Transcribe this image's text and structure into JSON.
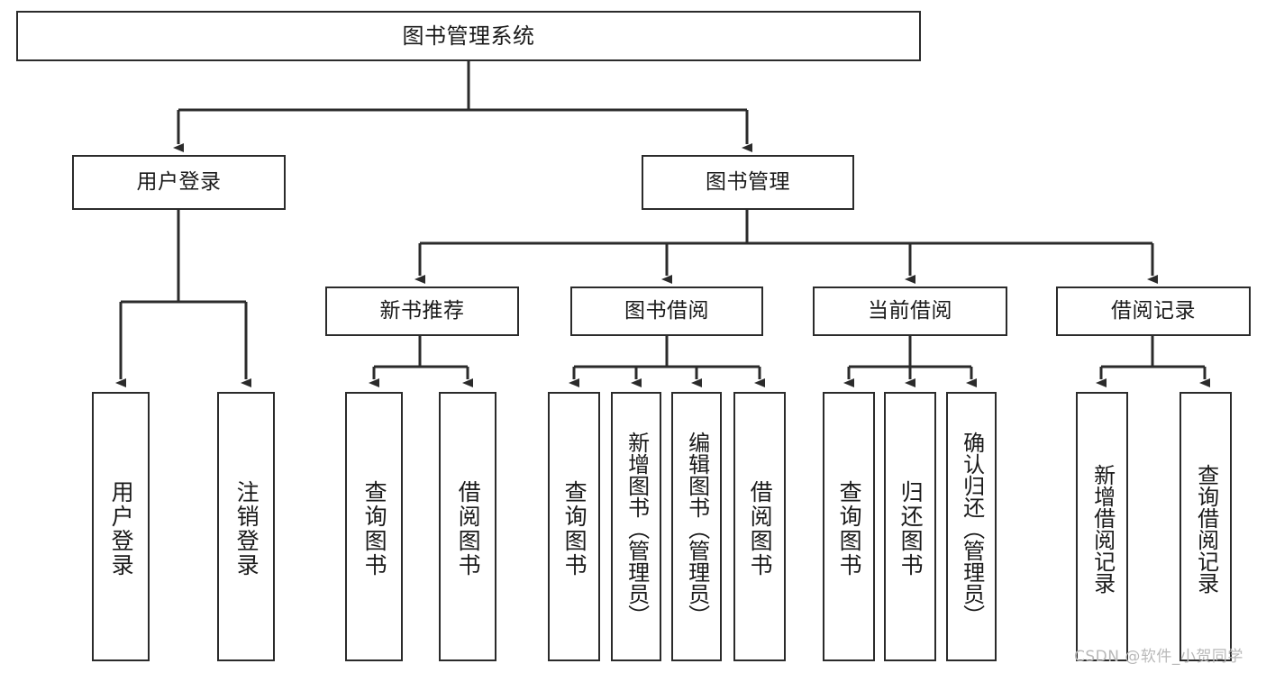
{
  "diagram": {
    "title": "图书管理系统",
    "type": "functional-structure-tree",
    "colors": {
      "box_border": "#2b2b2b",
      "box_fill": "#ffffff",
      "line": "#2b2b2b",
      "watermark": "#b9b9b9",
      "background": "#ffffff"
    },
    "root": {
      "label": "图书管理系统"
    },
    "level1": [
      {
        "label": "用户登录"
      },
      {
        "label": "图书管理"
      }
    ],
    "level2": [
      {
        "label": "新书推荐"
      },
      {
        "label": "图书借阅"
      },
      {
        "label": "当前借阅"
      },
      {
        "label": "借阅记录"
      }
    ],
    "leaves": {
      "user_login": [
        {
          "label": "用户登录"
        },
        {
          "label": "注销登录"
        }
      ],
      "new_book_recommend": [
        {
          "label": "查询图书"
        },
        {
          "label": "借阅图书"
        }
      ],
      "book_borrow": [
        {
          "label": "查询图书"
        },
        {
          "label": "新增图书（管理员）"
        },
        {
          "label": "编辑图书（管理员）"
        },
        {
          "label": "借阅图书"
        }
      ],
      "current_borrow": [
        {
          "label": "查询图书"
        },
        {
          "label": "归还图书"
        },
        {
          "label": "确认归还（管理员）"
        }
      ],
      "borrow_record": [
        {
          "label": "新增借阅记录"
        },
        {
          "label": "查询借阅记录"
        }
      ]
    }
  },
  "watermark": {
    "text": "CSDN @软件_小贺同学"
  }
}
